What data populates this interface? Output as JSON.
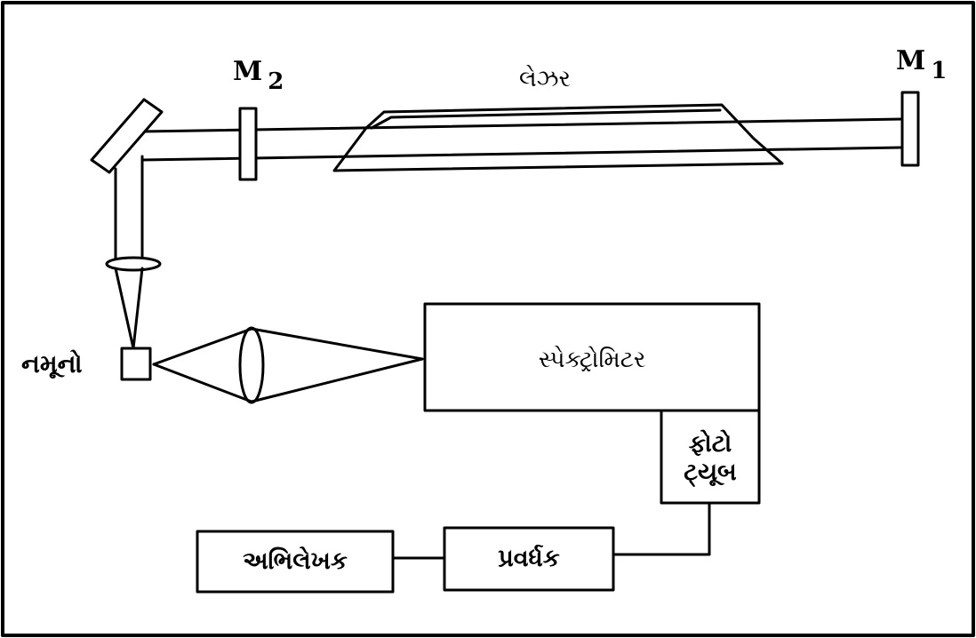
{
  "labels": {
    "mirror1_letter": "M",
    "mirror1_sub": "1",
    "mirror2_letter": "M",
    "mirror2_sub": "2",
    "laser": "લેઝર",
    "sample": "નમૂનો",
    "spectrometer": "સ્પેક્ટ્રોમિટર",
    "phototube_line1": "ફોટો",
    "phototube_line2": "ટ્યૂબ",
    "amplifier": "પ્રવર્ધક",
    "recorder": "અભિલેખક"
  },
  "colors": {
    "stroke": "#000000",
    "background": "#ffffff"
  }
}
